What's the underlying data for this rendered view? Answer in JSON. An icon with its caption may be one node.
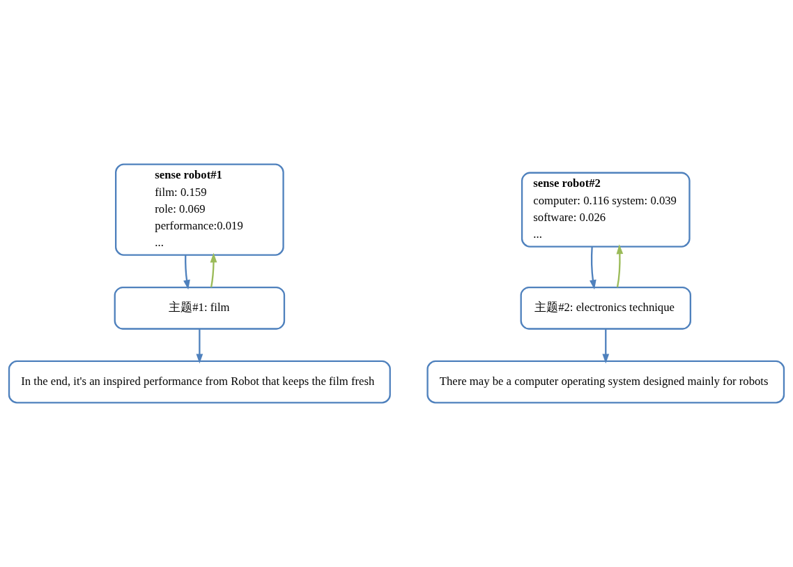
{
  "diagram": {
    "nodes": [
      {
        "text": [
          "sense robot#1",
          "film: 0.159",
          "role: 0.069",
          "performance:0.019",
          "..."
        ]
      },
      {
        "text": [
          "主题#1: film"
        ]
      },
      {
        "text": [
          "In the end, it's an inspired performance from Robot that keeps the film fresh"
        ]
      },
      {
        "text": [
          "sense robot#2",
          "computer: 0.116 system: 0.039",
          "software: 0.026",
          "..."
        ]
      },
      {
        "text": [
          "主题#2: electronics technique"
        ]
      },
      {
        "text": [
          "There may be a computer operating system designed mainly for robots"
        ]
      }
    ],
    "edges": [
      {
        "from": 0,
        "to": 1,
        "arrow": "to"
      },
      {
        "from": 1,
        "to": 0,
        "arrow": "to",
        "color": "#9bbb59"
      },
      {
        "from": 1,
        "to": 2,
        "arrow": "to"
      },
      {
        "from": 3,
        "to": 4,
        "arrow": "to"
      },
      {
        "from": 4,
        "to": 3,
        "arrow": "to",
        "color": "#9bbb59"
      },
      {
        "from": 4,
        "to": 5,
        "arrow": "to"
      }
    ]
  }
}
